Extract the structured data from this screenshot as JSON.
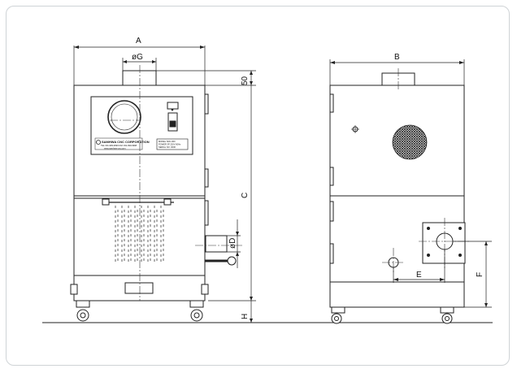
{
  "drawing": {
    "dimensions": {
      "a": "A",
      "b": "B",
      "c": "C",
      "d": "øD",
      "e": "E",
      "f": "F",
      "g": "øG",
      "h": "H",
      "fifty": "50"
    },
    "panel": {
      "company": "SAMHWA CNC CORPORATION",
      "company_sub": "TEL 031-999-9999  FAX 031-999-9998",
      "company_web": "www.samhwa-cnc.com",
      "spec_line1": "MODEL  SDC-000",
      "spec_line2": "POWER  3P 220V 60Hz",
      "spec_line3": "SERIAL NO.  0000"
    }
  }
}
